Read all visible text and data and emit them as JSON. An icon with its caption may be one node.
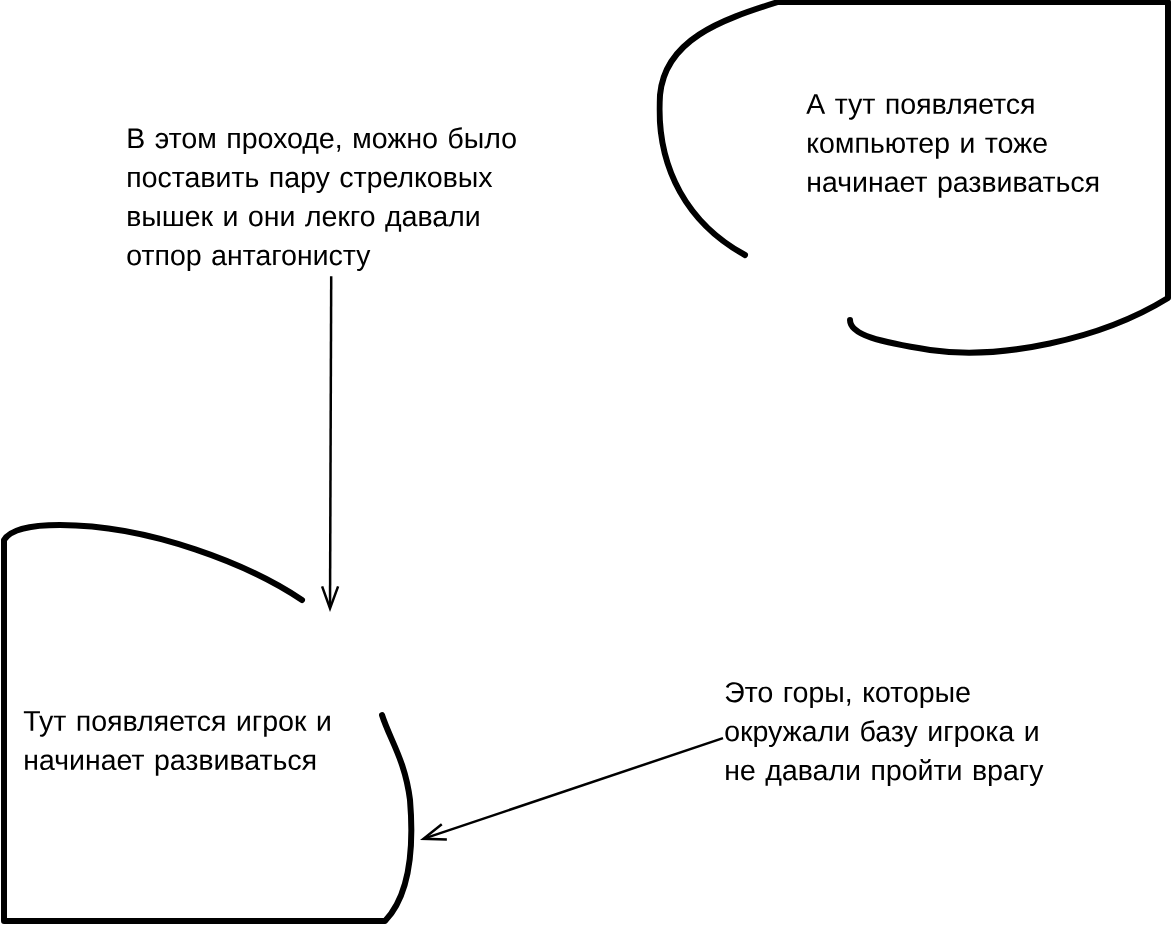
{
  "diagram": {
    "nodes": [
      {
        "text": [
          "В этом проходе, можно было поставить пару стрелковых вышек и они лекго давали отпор антагонисту"
        ]
      },
      {
        "text": [
          "А тут появляется компьютер и тоже начинает развиваться"
        ]
      },
      {
        "text": [
          "Тут появляется игрок и начинает развиваться"
        ]
      },
      {
        "text": [
          "Это горы, которые окружали базу игрока и не давали пройти врагу"
        ]
      }
    ],
    "edges": [
      {
        "from": 0,
        "to": 2,
        "arrow": "to"
      },
      {
        "from": 3,
        "to": 2,
        "arrow": "to"
      }
    ]
  }
}
